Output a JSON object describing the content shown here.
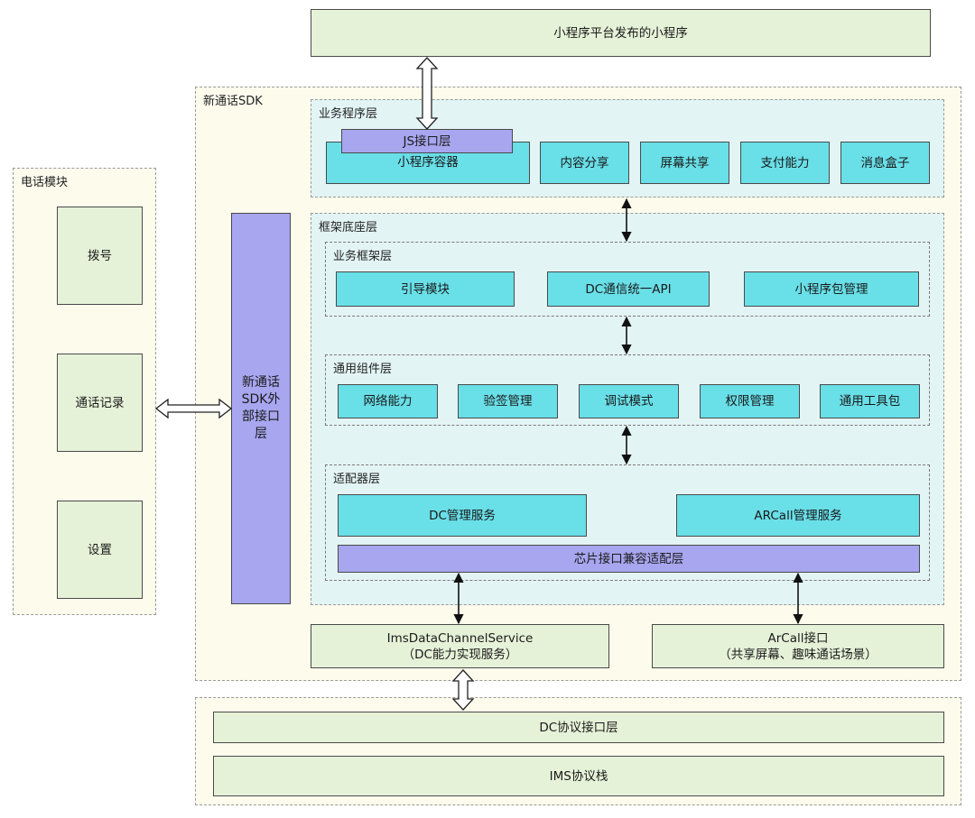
{
  "top_box": "小程序平台发布的小程序",
  "phone_module": {
    "title": "电话模块",
    "items": [
      "拨号",
      "通话记录",
      "设置"
    ]
  },
  "sdk": {
    "title": "新通话SDK",
    "external_interface": "新通话\nSDK外\n部接口\n层",
    "business_layer": {
      "title": "业务程序层",
      "js_interface": "JS接口层",
      "container": "小程序容器",
      "modules": [
        "内容分享",
        "屏幕共享",
        "支付能力",
        "消息盒子"
      ]
    },
    "framework_base": {
      "title": "框架底座层",
      "business_framework": {
        "title": "业务框架层",
        "modules": [
          "引导模块",
          "DC通信统一API",
          "小程序包管理"
        ]
      },
      "common_components": {
        "title": "通用组件层",
        "modules": [
          "网络能力",
          "验签管理",
          "调试模式",
          "权限管理",
          "通用工具包"
        ]
      },
      "adapter": {
        "title": "适配器层",
        "dc_service": "DC管理服务",
        "arcall_service": "ARCall管理服务",
        "chip_layer": "芯片接口兼容适配层"
      }
    },
    "ims_service": "ImsDataChannelService\n（DC能力实现服务）",
    "arcall_interface": "ArCall接口\n（共享屏幕、趣味通话场景）"
  },
  "protocol": {
    "dc_protocol": "DC协议接口层",
    "ims_stack": "IMS协议栈"
  }
}
